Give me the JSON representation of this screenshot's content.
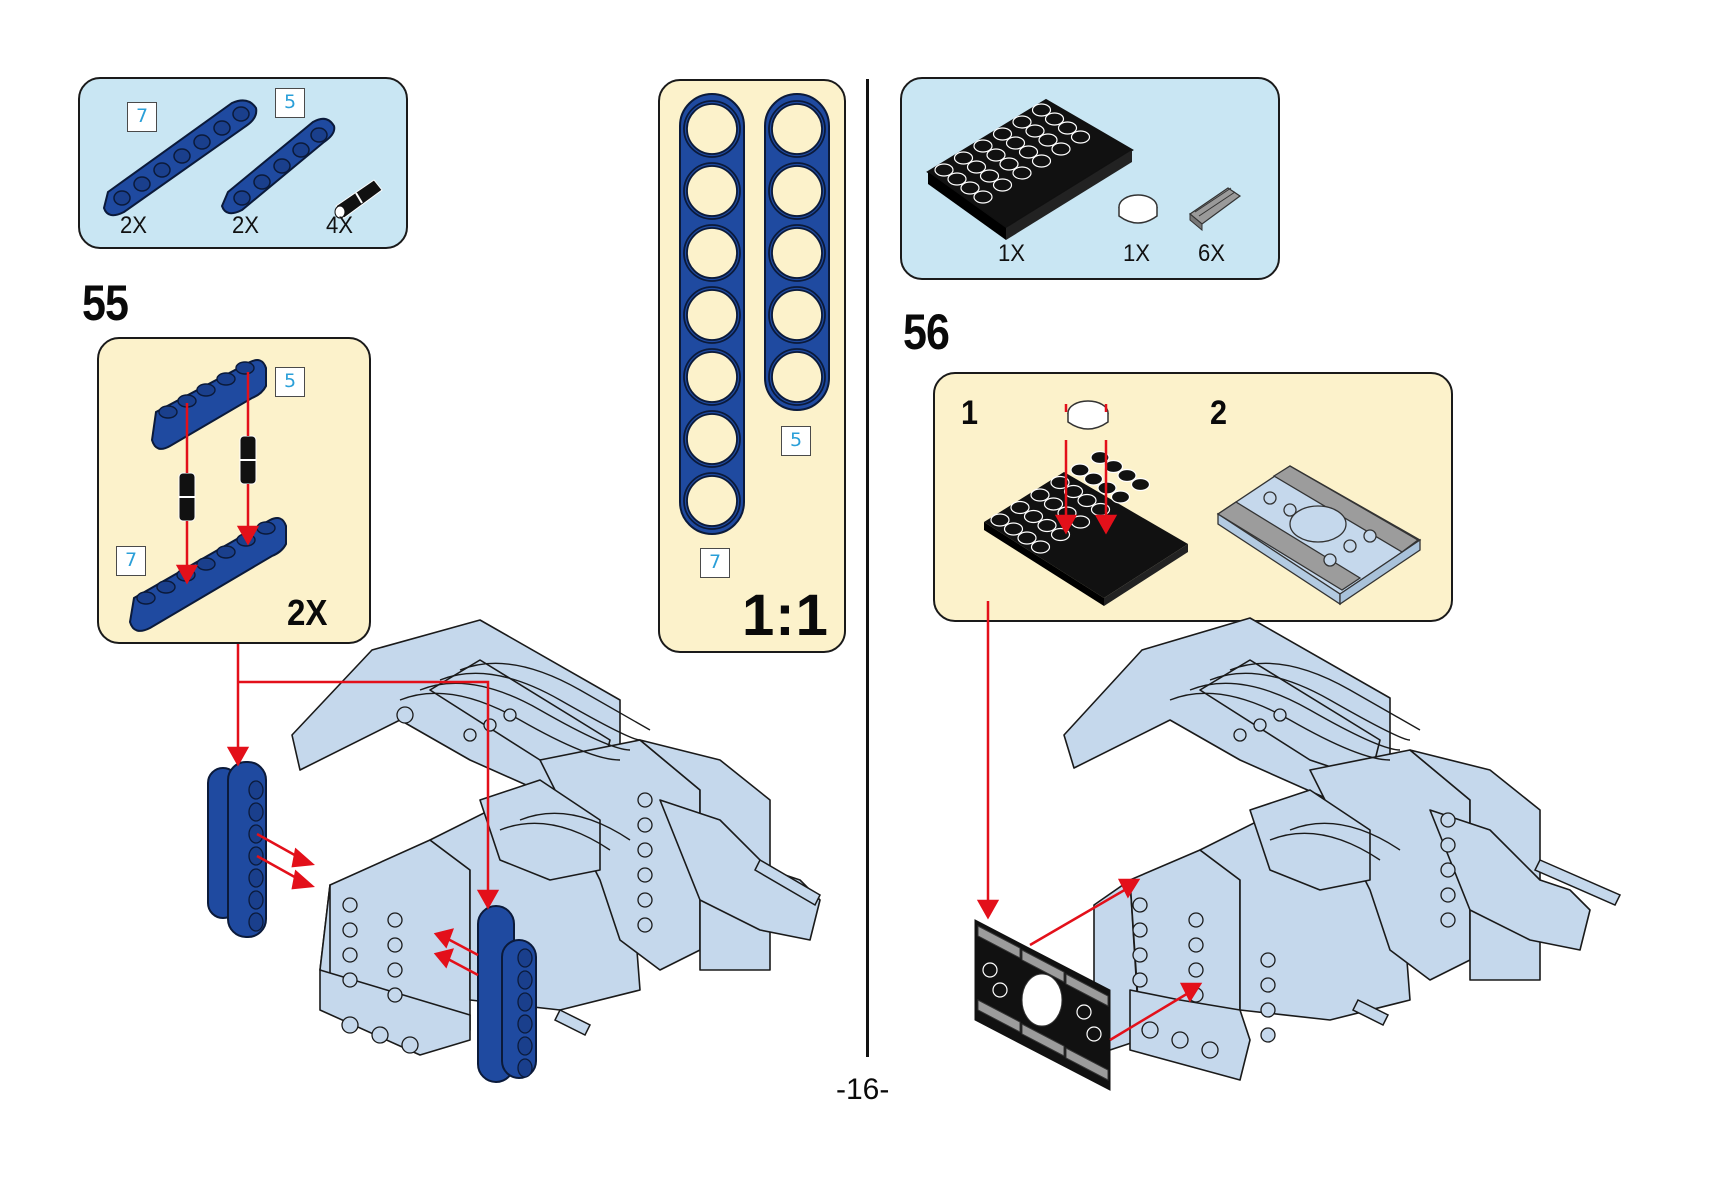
{
  "page": {
    "number_label": "-16-",
    "colors": {
      "parts_panel": "#c9e6f3",
      "substep_panel": "#fcf2cb",
      "beam_blue": "#1f4aa0",
      "model_light_blue": "#c5d8ec",
      "arrow_red": "#e3101a",
      "label_text_blue": "#2a9fd8"
    }
  },
  "step55": {
    "number": "55",
    "parts_list": [
      {
        "part": "technic-beam",
        "length_label": "7",
        "color": "blue",
        "quantity": "2X"
      },
      {
        "part": "technic-beam",
        "length_label": "5",
        "color": "blue",
        "quantity": "2X"
      },
      {
        "part": "technic-pin",
        "color": "black",
        "quantity": "4X"
      }
    ],
    "subassembly": {
      "beam_top_label": "5",
      "beam_bottom_label": "7",
      "multiplier": "2X"
    }
  },
  "scale_reference": {
    "label": "1:1",
    "beams": [
      {
        "length_label": "7",
        "holes": 7
      },
      {
        "length_label": "5",
        "holes": 5
      }
    ]
  },
  "step56": {
    "number": "56",
    "parts_list": [
      {
        "part": "plate-4x6",
        "color": "black",
        "quantity": "1X"
      },
      {
        "part": "round-tile-2x2",
        "color": "white",
        "quantity": "1X"
      },
      {
        "part": "grille-tile-1x2",
        "color": "gray",
        "quantity": "6X"
      }
    ],
    "substeps": [
      {
        "number": "1"
      },
      {
        "number": "2"
      }
    ]
  }
}
